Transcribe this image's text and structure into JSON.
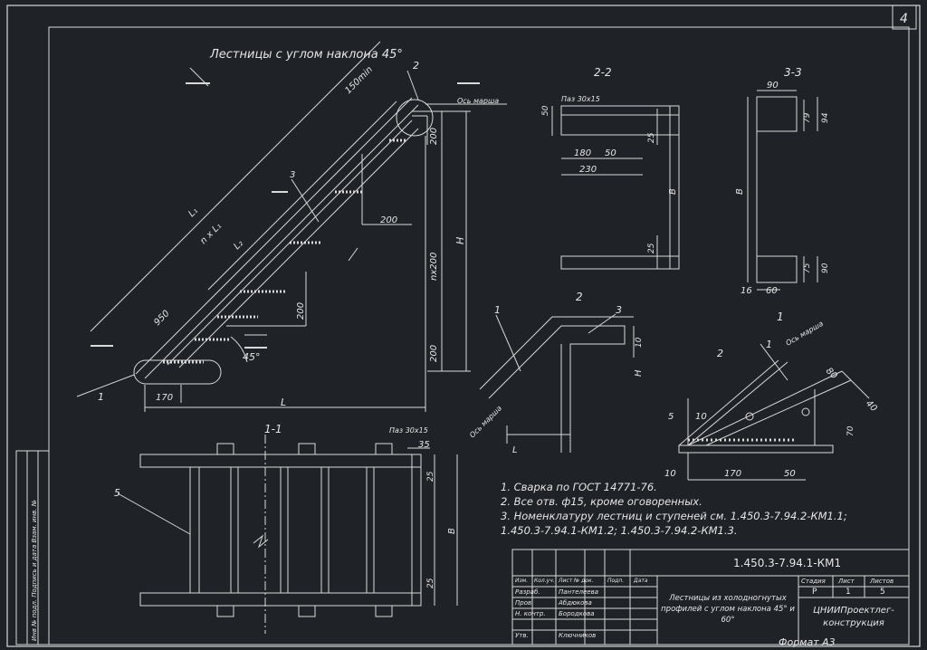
{
  "page_number": "4",
  "main_title": "Лестницы с углом наклона 45°",
  "format_label": "Формат А3",
  "views": {
    "v22": "2-2",
    "v33": "3-3",
    "v11": "1-1",
    "node2": "2",
    "node1": "1"
  },
  "callouts": {
    "c1": "1",
    "c2": "2",
    "c3": "3",
    "c5": "5",
    "axis": "Ось марша",
    "groove": "Паз 30х15"
  },
  "dims": {
    "d150": "150min",
    "d200a": "200",
    "d200b": "200",
    "d200c": "200",
    "d200d": "200",
    "L1": "L₁",
    "nxL1": "n x L₁",
    "L2": "L₂",
    "d950": "950",
    "d45": "45°",
    "d170": "170",
    "L": "L",
    "H": "H",
    "nx200": "nx200",
    "s50": "50",
    "s180": "180",
    "s50b": "50",
    "s230": "230",
    "s25": "25",
    "s25b": "25",
    "B": "B",
    "t90": "90",
    "t79": "79",
    "t94": "94",
    "t75": "75",
    "t90b": "90",
    "t16": "16",
    "t60": "60",
    "n10": "10",
    "nH": "H",
    "nL": "L",
    "k80": "80",
    "k40": "40",
    "k5": "5",
    "k10": "10",
    "k70": "70",
    "k10b": "10",
    "k170": "170",
    "k50": "50",
    "p35": "35",
    "p25": "25",
    "p25b": "25",
    "pB": "B"
  },
  "notes": [
    "1. Сварка по ГОСТ 14771-76.",
    "2. Все отв. ф15, кроме оговоренных.",
    "3. Номенклатуру лестниц и ступеней см. 1.450.3-7.94.2-КМ1.1;",
    "1.450.3-7.94.1-КМ1.2; 1.450.3-7.94.2-КМ1.3."
  ],
  "title_block": {
    "code": "1.450.3-7.94.1-КМ1",
    "description": "Лестницы из холодногнутых профилей с углом наклона 45° и 60°",
    "stage_h": "Стадия",
    "sheet_h": "Лист",
    "sheets_h": "Листов",
    "stage": "Р",
    "sheet": "1",
    "sheets": "5",
    "org": "ЦНИИПроектлег-конструкция",
    "headers": [
      "Изм.",
      "Кол.уч.",
      "Лист",
      "№ док.",
      "Подп.",
      "Дата"
    ],
    "roles": [
      {
        "role": "Разраб.",
        "name": "Пантелеева"
      },
      {
        "role": "Пров.",
        "name": "Абдюкова"
      },
      {
        "role": "Н. контр.",
        "name": "Бородкова"
      },
      {
        "role": "Утв.",
        "name": "Ключников"
      }
    ]
  },
  "side_stamp": "Инв № подл.  Подпись и дата  Взам. инв. №"
}
